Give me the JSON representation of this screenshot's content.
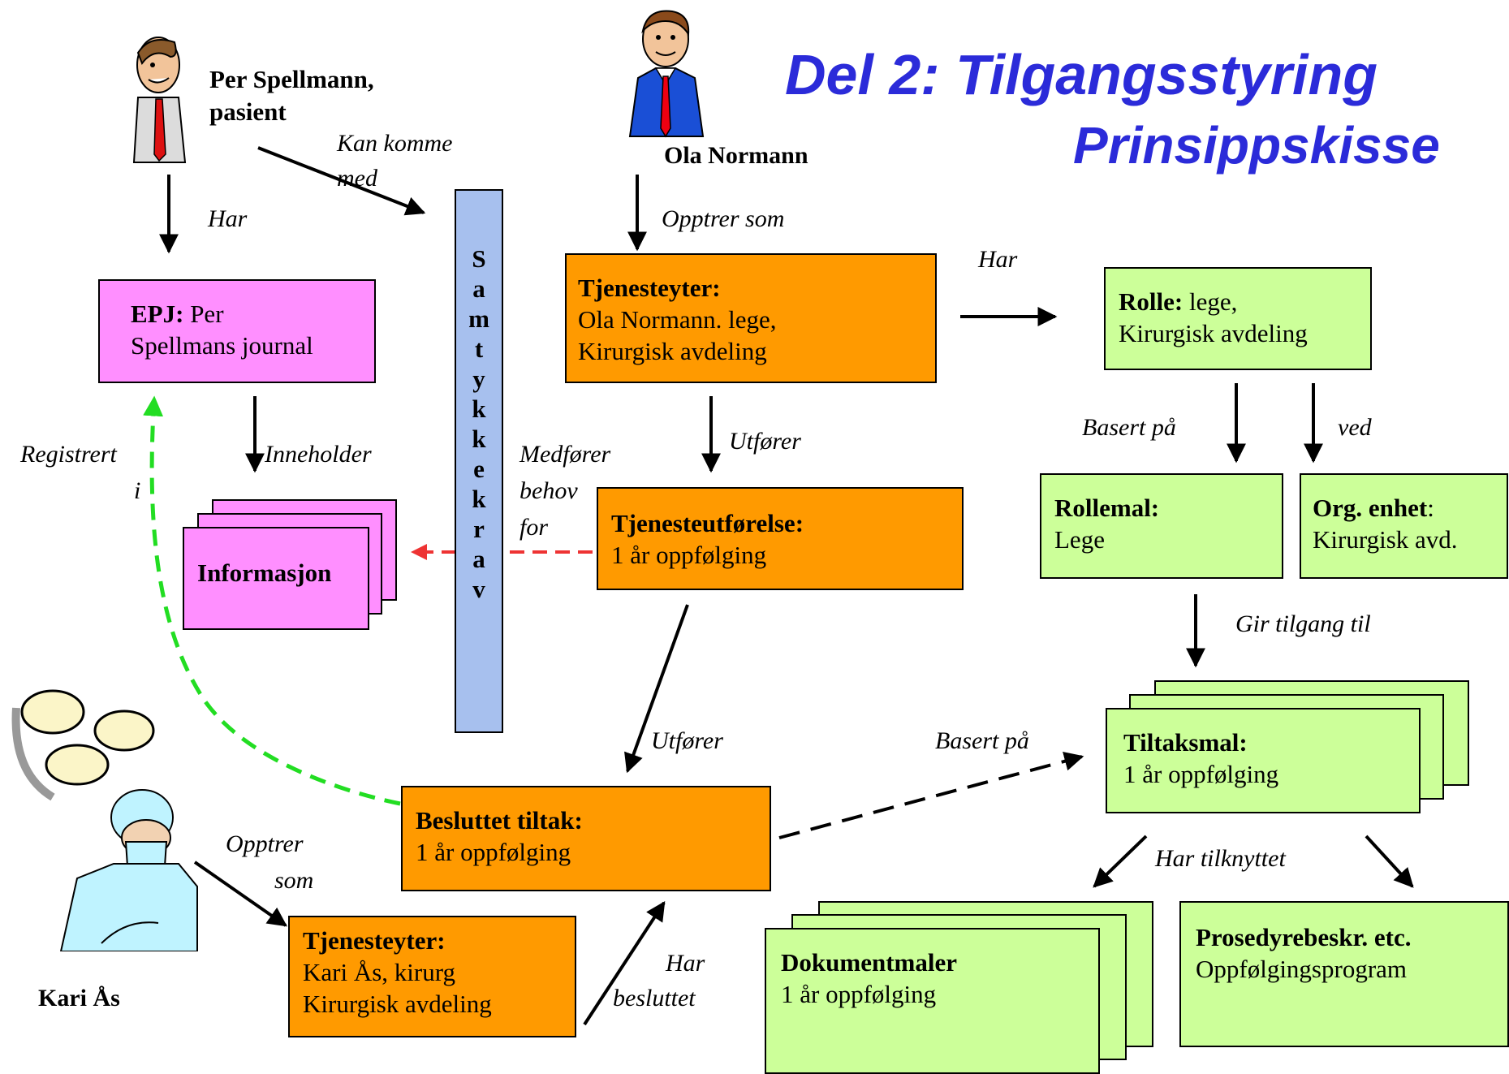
{
  "title": {
    "line1": "Del 2: Tilgangsstyring",
    "line2": "Prinsippskisse"
  },
  "colors": {
    "orange": "#ff9a00",
    "green": "#ccff99",
    "pink": "#ff8fff",
    "blue": "#a7c0ee",
    "title": "#2b2bd9",
    "green_dash": "#22dd22",
    "red_dash": "#ee3333"
  },
  "people": {
    "per": {
      "line1": "Per Spellmann,",
      "line2": "pasient"
    },
    "ola": "Ola Normann",
    "kari": "Kari Ås"
  },
  "consent": {
    "letters": [
      "S",
      "a",
      "m",
      "t",
      "y",
      "k",
      "k",
      "e",
      "k",
      "r",
      "a",
      "v"
    ]
  },
  "boxes": {
    "epj": {
      "head": "EPJ:",
      "text1": " Per",
      "text2": "Spellmans journal"
    },
    "info": {
      "head": "Informasjon"
    },
    "tjenesteyter_ola": {
      "head": "Tjenesteyter:",
      "line1": "Ola Normann. lege,",
      "line2": "Kirurgisk avdeling"
    },
    "tjenesteutforelse": {
      "head": "Tjenesteutførelse:",
      "line1": "1 år oppfølging"
    },
    "rolle": {
      "head": "Rolle:",
      "line1": " lege,",
      "line2": "Kirurgisk avdeling"
    },
    "rollemal": {
      "head": "Rollemal:",
      "line1": "Lege"
    },
    "org": {
      "head": "Org. enhet",
      "colon": ":",
      "line1": "Kirurgisk avd."
    },
    "tiltaksmal": {
      "head": "Tiltaksmal:",
      "line1": "1 år oppfølging"
    },
    "besluttet": {
      "head": "Besluttet tiltak:",
      "line1": "1 år oppfølging"
    },
    "tjenesteyter_kari": {
      "head": "Tjenesteyter:",
      "line1": "Kari Ås, kirurg",
      "line2": "Kirurgisk avdeling"
    },
    "dokumentmaler": {
      "head": "Dokumentmaler",
      "line1": "1 år oppfølging"
    },
    "prosedyre": {
      "head": "Prosedyrebeskr. etc.",
      "line1": "Oppfølgingsprogram"
    }
  },
  "labels": {
    "har_per": "Har",
    "kan_komme_1": "Kan komme",
    "kan_komme_2": "med",
    "opptrer_som": "Opptrer som",
    "har_rolle": "Har",
    "basert_pa_1": "Basert på",
    "ved": "ved",
    "utforer_1": "Utfører",
    "medforer_1": "Medfører",
    "medforer_2": "behov",
    "medforer_3": "for",
    "inneholder": "Inneholder",
    "registrert_1": "Registrert",
    "registrert_2": "i",
    "gir_tilgang": "Gir tilgang til",
    "utforer_2": "Utfører",
    "basert_pa_2": "Basert på",
    "har_tilknyttet": "Har tilknyttet",
    "opptrer_1": "Opptrer",
    "opptrer_2": "som",
    "har_besluttet_1": "Har",
    "har_besluttet_2": "besluttet"
  }
}
